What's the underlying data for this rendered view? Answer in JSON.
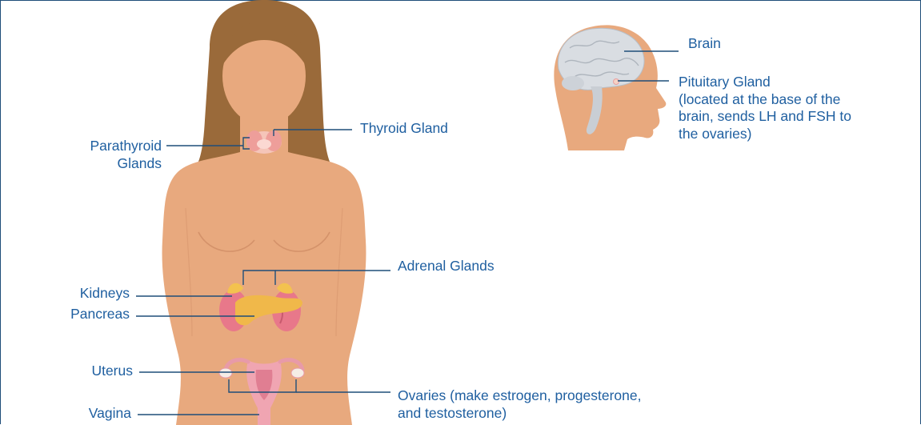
{
  "labels": {
    "brain": "Brain",
    "pituitary": [
      "Pituitary Gland",
      "(located at the base of the",
      "brain, sends LH and FSH to",
      "the ovaries)"
    ],
    "thyroid": "Thyroid Gland",
    "parathyroid": [
      "Parathyroid",
      "Glands"
    ],
    "adrenal": "Adrenal Glands",
    "kidneys": "Kidneys",
    "pancreas": "Pancreas",
    "uterus": "Uterus",
    "ovaries": [
      "Ovaries (make estrogen, progesterone,",
      "and testosterone)"
    ],
    "vagina": "Vagina"
  },
  "colors": {
    "skin": "#e8a97e",
    "hair": "#9a6a3a",
    "label_text": "#1f5fa0",
    "leader_line": "#1f4e79",
    "brain": "#d9dde2",
    "thyroid": "#f2b8b0",
    "kidney": "#e8788a",
    "pancreas": "#f0b84a",
    "uterus": "#f0a5b2",
    "frame": "#1f4e79"
  }
}
